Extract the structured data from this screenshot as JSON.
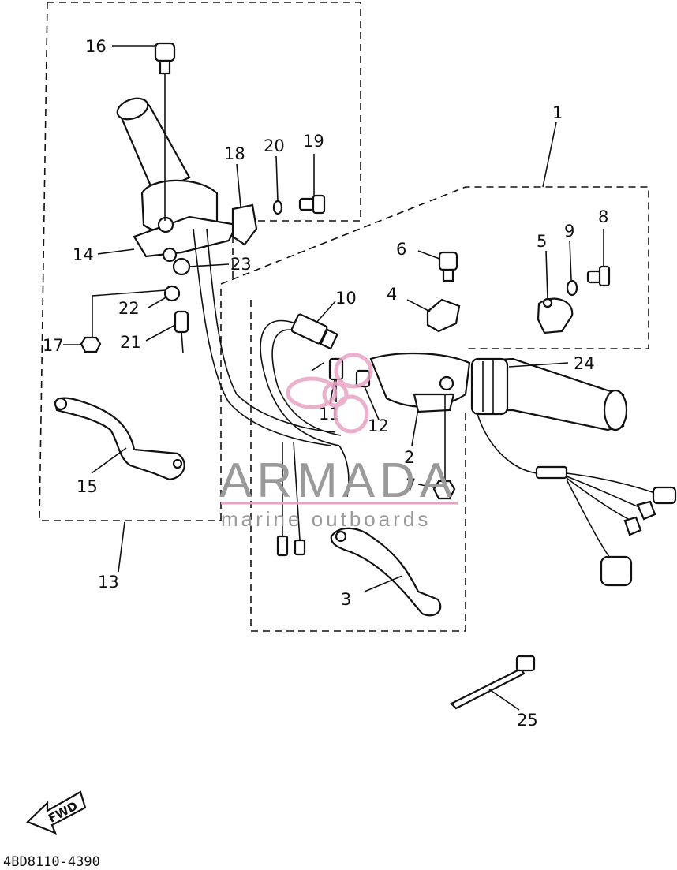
{
  "diagram": {
    "callouts": {
      "c1": "1",
      "c2": "2",
      "c3": "3",
      "c4": "4",
      "c5": "5",
      "c6": "6",
      "c7": "7",
      "c8": "8",
      "c9": "9",
      "c10": "10",
      "c11": "11",
      "c12": "12",
      "c13": "13",
      "c14": "14",
      "c15": "15",
      "c16": "16",
      "c17": "17",
      "c18": "18",
      "c19": "19",
      "c20": "20",
      "c21": "21",
      "c22": "22",
      "c23": "23",
      "c24": "24",
      "c25": "25"
    },
    "fwd_label": "FWD",
    "drawing_code": "4BD8110-4390"
  },
  "watermark": {
    "brand": "ARMADA",
    "tagline": "marine outboards",
    "accent_color": "#e8a3c4"
  }
}
